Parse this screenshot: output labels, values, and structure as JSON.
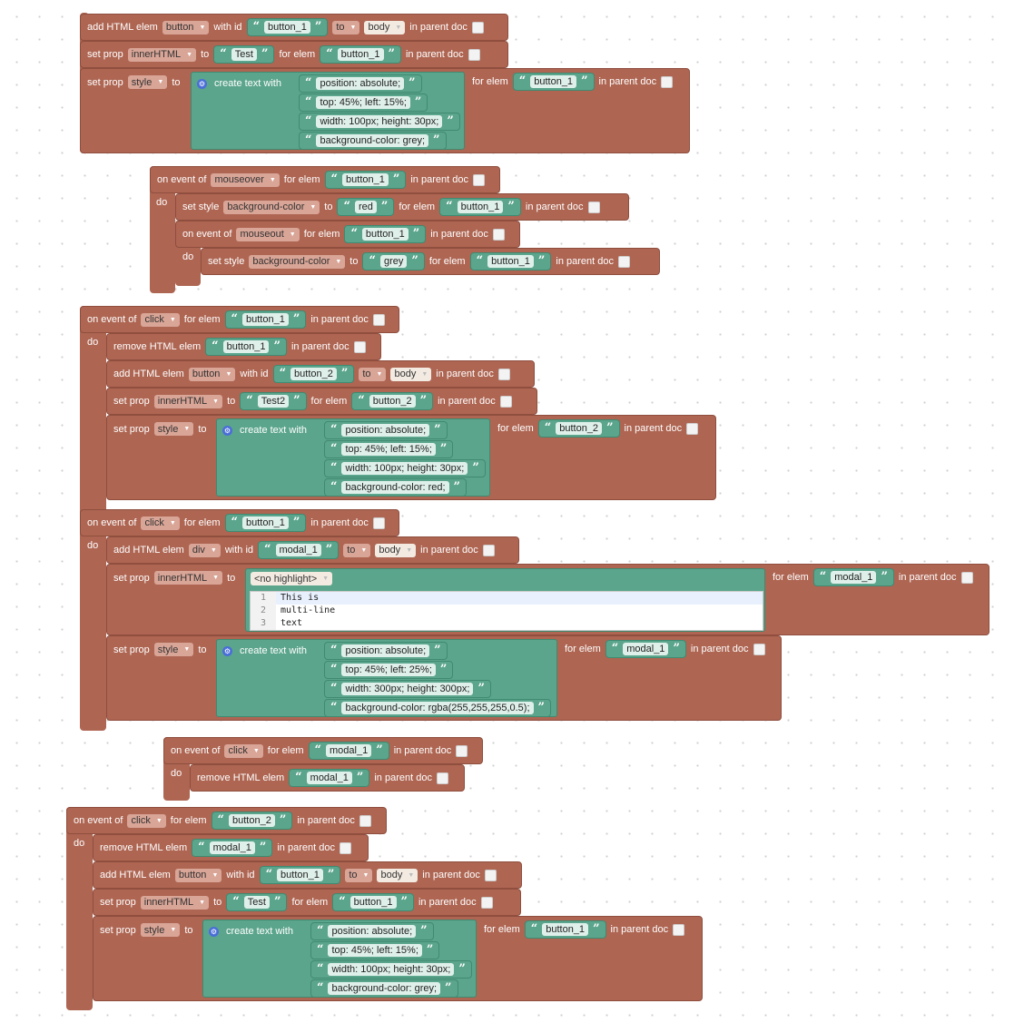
{
  "labels": {
    "add_html_elem": "add HTML elem",
    "with_id": "with id",
    "to": "to",
    "in_parent_doc": "in parent doc",
    "set_prop": "set prop",
    "for_elem": "for elem",
    "create_text_with": "create text with",
    "on_event_of": "on event of",
    "do": "do",
    "set_style": "set style",
    "remove_html_elem": "remove HTML elem"
  },
  "values": {
    "button": "button",
    "div": "div",
    "body": "body",
    "innerHTML": "innerHTML",
    "style": "style",
    "mouseover": "mouseover",
    "mouseout": "mouseout",
    "click": "click",
    "background_color": "background-color",
    "button_1": "button_1",
    "button_2": "button_2",
    "modal_1": "modal_1",
    "Test": "Test",
    "Test2": "Test2",
    "red": "red",
    "grey": "grey",
    "no_highlight": "<no highlight>"
  },
  "css": {
    "position": "position: absolute;",
    "top_45_15": "top: 45%; left: 15%;",
    "top_45_25": "top: 45%; left: 25%;",
    "size_100_30": "width: 100px; height: 30px;",
    "size_300_300": "width: 300px; height: 300px;",
    "bg_grey": "background-color: grey;",
    "bg_red": "background-color: red;",
    "bg_rgba": "background-color: rgba(255,255,255,0.5);"
  },
  "code_lines": [
    {
      "num": "1",
      "text": "This is"
    },
    {
      "num": "2",
      "text": "multi-line"
    },
    {
      "num": "3",
      "text": "text"
    }
  ],
  "colors": {
    "block": "#ae6552",
    "text_block": "#5ba58c",
    "dropdown": "#d9a597"
  }
}
